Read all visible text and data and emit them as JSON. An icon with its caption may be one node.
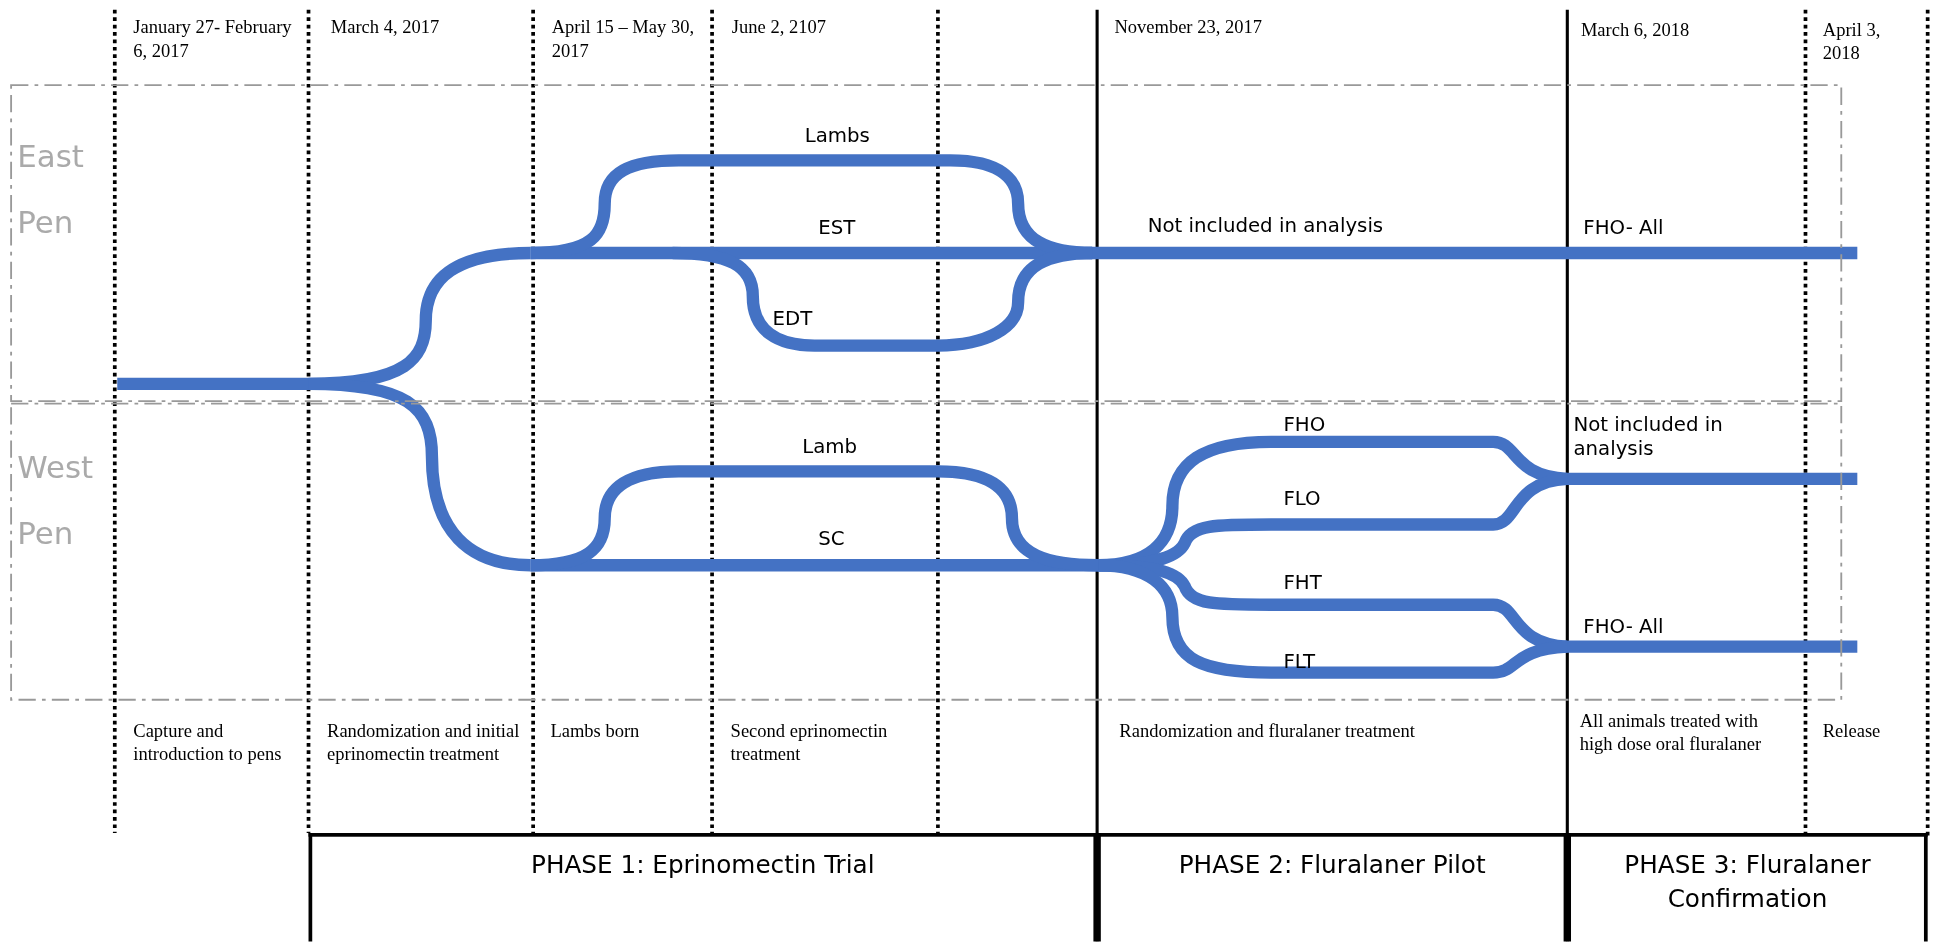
{
  "diagram": {
    "nodes": [
      {
        "text": [
          "East Pen"
        ]
      },
      {
        "text": [
          "West Pen"
        ]
      },
      {
        "text": [
          "PHASE 1: Eprinomectin Trial"
        ]
      },
      {
        "text": [
          "PHASE 2: Fluralaner Pilot"
        ]
      },
      {
        "text": [
          "PHASE 3: Fluralaner Confirmation"
        ]
      }
    ],
    "labels": [
      "January 27- February 6, 2017",
      "March 4, 2017",
      "April 15 – May 30, 2017",
      "June 2, 2107",
      "November 23, 2017",
      "March 6, 2018",
      "April 3, 2018",
      "Lambs",
      "EST",
      "Not included in analysis",
      "FHO- All",
      "EDT",
      "FHO",
      "Not included in analysis",
      "Lamb",
      "FLO",
      "SC",
      "FHT",
      "FHO- All",
      "FLT",
      "Capture and introduction to pens",
      "Randomization and initial eprinomectin treatment",
      "Lambs born",
      "Second eprinomectin treatment",
      "Randomization and fluralaner treatment",
      "All animals treated with high dose oral fluralaner",
      "Release"
    ]
  }
}
